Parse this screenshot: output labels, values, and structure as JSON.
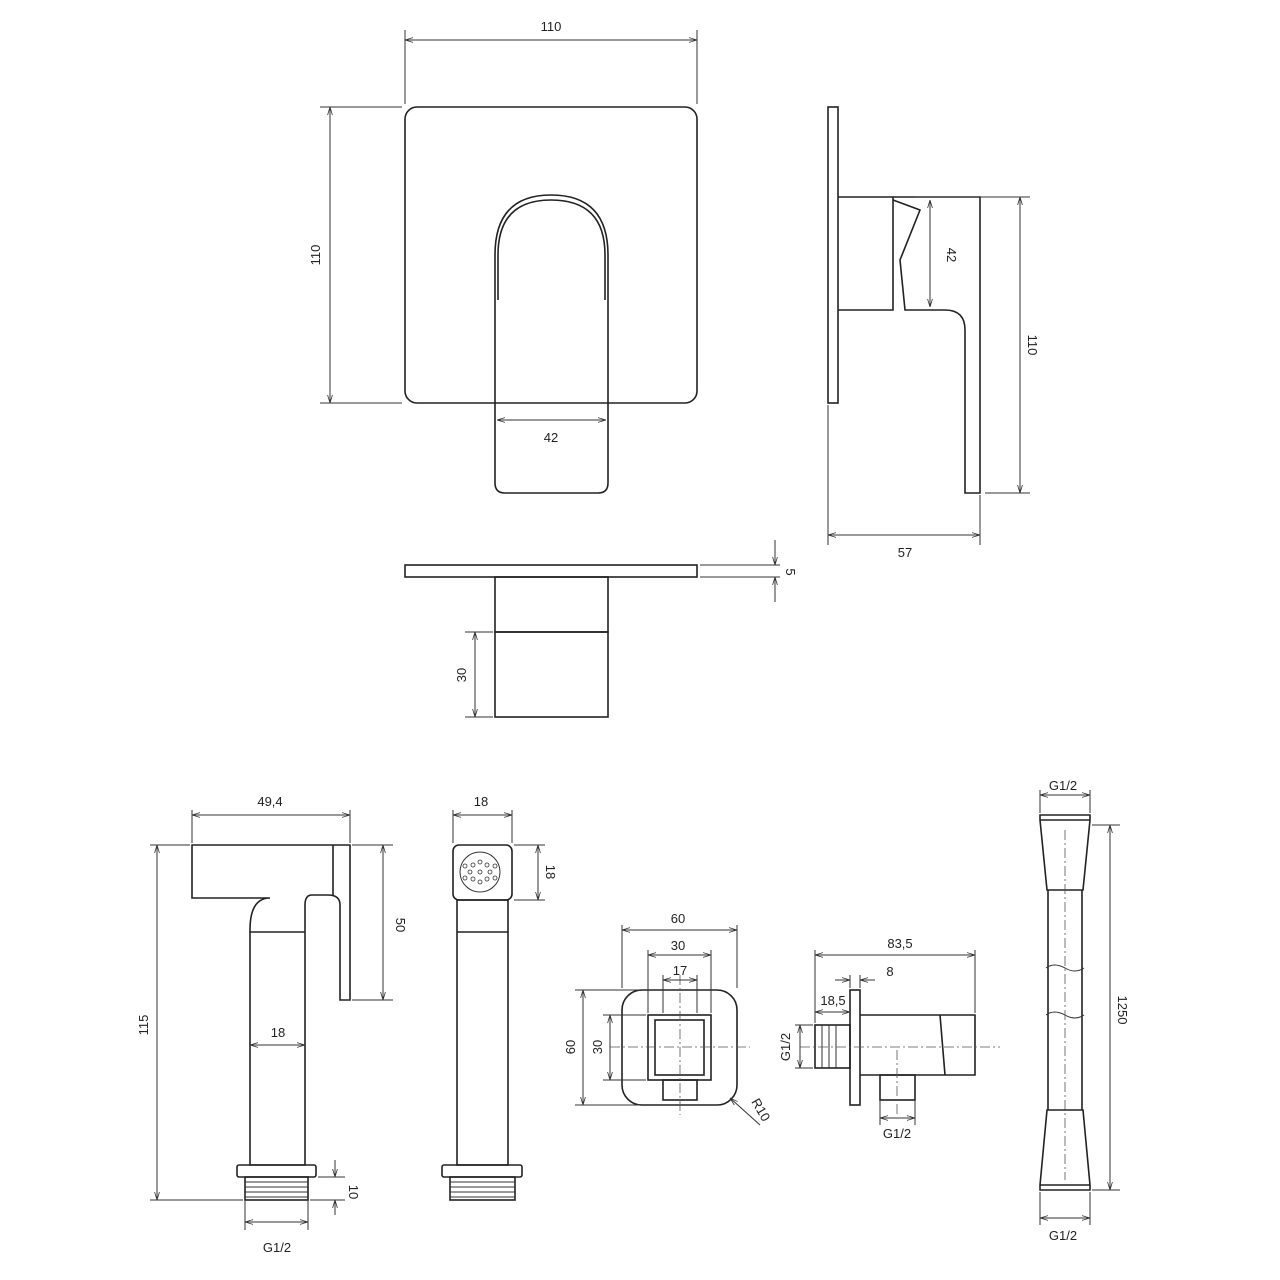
{
  "mixer": {
    "front_width": "110",
    "front_height": "110",
    "handle_width": "42",
    "side_handle_height": "42",
    "side_height": "110",
    "side_depth": "57",
    "plate_thickness": "5",
    "body_depth": "30"
  },
  "hand_shower": {
    "head_length": "49,4",
    "head_height": "50",
    "total_height": "115",
    "stem_width": "18",
    "thread_height": "10",
    "thread": "G1/2",
    "side_width": "18",
    "side_head_height": "18"
  },
  "wall_holder_front": {
    "width": "60",
    "inner_width": "30",
    "slot_width": "17",
    "height": "60",
    "inner_height": "30",
    "radius": "R10"
  },
  "wall_holder_side": {
    "length": "83,5",
    "flange": "8",
    "inlet_length": "18,5",
    "inlet_thread": "G1/2",
    "outlet_thread": "G1/2"
  },
  "hose": {
    "top_thread": "G1/2",
    "length": "1250",
    "bottom_thread": "G1/2"
  }
}
